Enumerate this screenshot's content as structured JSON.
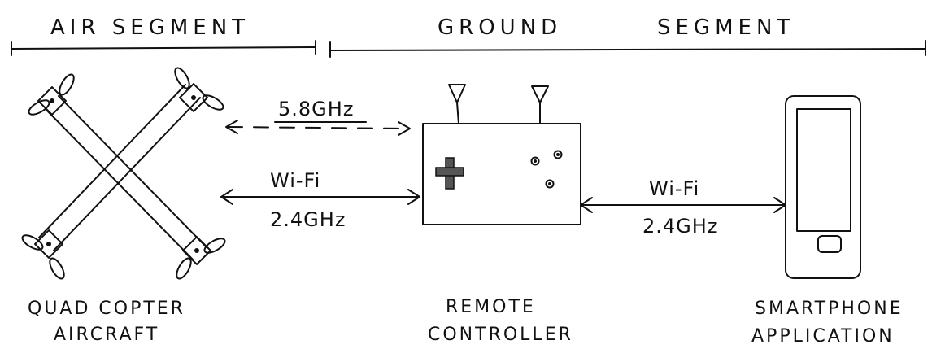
{
  "segments": {
    "air": "AIR SEGMENT",
    "ground": "GROUND",
    "ground_segment": "SEGMENT"
  },
  "links": {
    "top_freq": "5.8GHz",
    "left_wifi": "Wi-Fi",
    "left_freq": "2.4GHz",
    "right_wifi": "Wi-Fi",
    "right_freq": "2.4GHz"
  },
  "nodes": {
    "quad_line1": "QUAD COPTER",
    "quad_line2": "AIRCRAFT",
    "remote_line1": "REMOTE",
    "remote_line2": "CONTROLLER",
    "phone_line1": "SMARTPHONE",
    "phone_line2": "APPLICATION"
  },
  "colors": {
    "ink": "#111111",
    "paper": "#ffffff"
  }
}
